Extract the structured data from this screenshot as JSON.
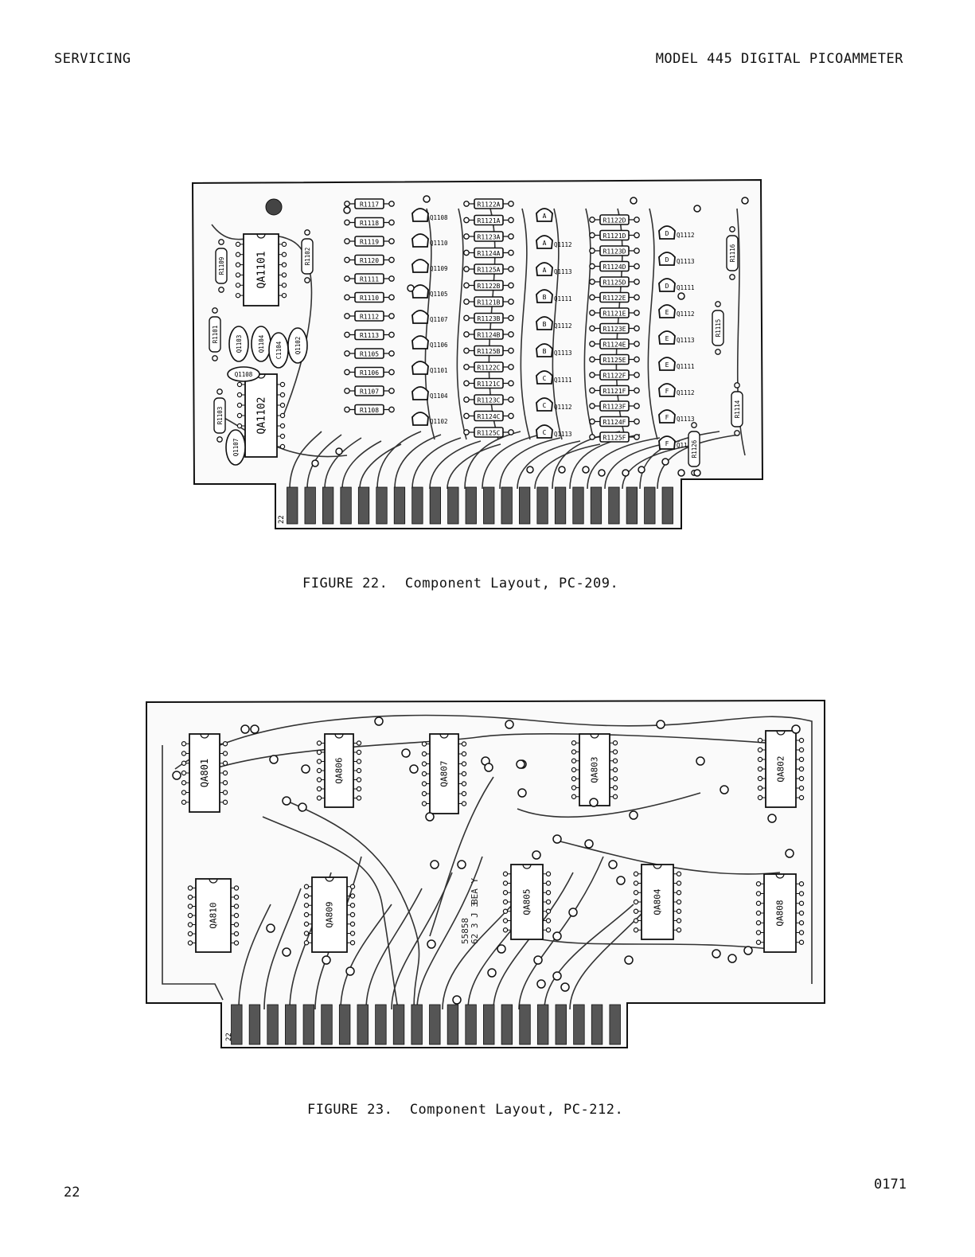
{
  "header": {
    "left": "SERVICING",
    "right": "MODEL 445 DIGITAL PICOAMMETER"
  },
  "figure22": {
    "caption": "FIGURE 22.  Component Layout, PC-209.",
    "edge_pin_label": "22",
    "ic_labels": [
      "QA1101",
      "QA1102"
    ],
    "left_resistors": [
      "R1101",
      "R1103",
      "R1109",
      "R1102"
    ],
    "left_transistors": [
      "Q1103",
      "Q1104",
      "Q1107",
      "Q1108",
      "Q1102"
    ],
    "capacitor": "C1104",
    "col1_resistors": [
      "R1117",
      "R1118",
      "R1119",
      "R1120",
      "R1111",
      "R1110",
      "R1112",
      "R1113",
      "R1105",
      "R1106",
      "R1107",
      "R1108"
    ],
    "col1_transistors": [
      "Q1108",
      "Q1110",
      "Q1109",
      "Q1105",
      "Q1107",
      "Q1106",
      "Q1101",
      "Q1104",
      "Q1102"
    ],
    "col2_resistors": [
      "R1122A",
      "R1121A",
      "R1123A",
      "R1124A",
      "R1125A",
      "R1122B",
      "R1121B",
      "R1123B",
      "R1124B",
      "R1125B",
      "R1122C",
      "R1121C",
      "R1123C",
      "R1124C",
      "R1125C"
    ],
    "col3_resistors": [
      "R1122D",
      "R1121D",
      "R1123D",
      "R1124D",
      "R1125D",
      "R1122E",
      "R1121E",
      "R1123E",
      "R1124E",
      "R1125E",
      "R1122F",
      "R1121F",
      "R1123F",
      "R1124F",
      "R1125F"
    ],
    "right_resistors": [
      "R1116",
      "R1115",
      "R1114",
      "R1126"
    ]
  },
  "figure23": {
    "caption": "FIGURE 23.  Component Layout, PC-212.",
    "edge_pin_label": "22",
    "ic_labels": [
      "QA801",
      "QA806",
      "QA807",
      "QA803",
      "QA802",
      "QA810",
      "QA809",
      "QA805",
      "QA804",
      "QA808"
    ],
    "board_text": [
      "55858",
      "BEA Y",
      "62 3 J 3"
    ]
  },
  "footer": {
    "page_number": "22",
    "doc_code": "0171"
  }
}
